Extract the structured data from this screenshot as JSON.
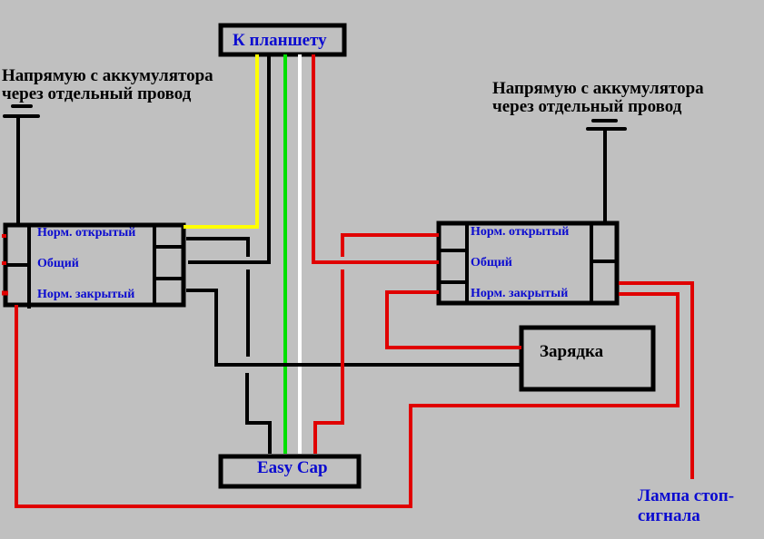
{
  "diagram": {
    "title": "Relay wiring diagram: tablet, Easy Cap, charger, brake lamp",
    "colors": {
      "background": "#c0c0c0",
      "outline": "#000000",
      "label_blue": "#0b0bd0",
      "wire_red": "#e00000",
      "wire_yellow": "#ffff00",
      "wire_green": "#00e000",
      "wire_white": "#ffffff",
      "wire_black": "#000000"
    },
    "notes": {
      "left": [
        "Напрямую с аккумулятора",
        "через отдельный провод"
      ],
      "right": [
        "Напрямую с аккумулятора",
        "через отдельный провод"
      ]
    },
    "boxes": {
      "tablet": "К планшету",
      "easycap": "Easy Cap",
      "charger": "Зарядка"
    },
    "relays": [
      {
        "id": "left-relay",
        "contacts": [
          "Норм. открытый",
          "Общий",
          "Норм. закрытый"
        ]
      },
      {
        "id": "right-relay",
        "contacts": [
          "Норм. открытый",
          "Общий",
          "Норм. закрытый"
        ]
      }
    ],
    "lamp_label": [
      "Лампа стоп-",
      "сигнала"
    ],
    "tablet_wires": [
      "yellow",
      "black",
      "green",
      "white",
      "red"
    ]
  }
}
